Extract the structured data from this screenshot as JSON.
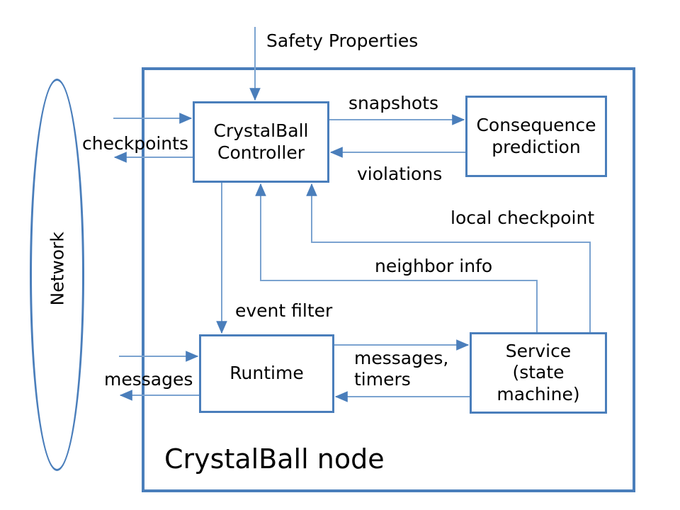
{
  "diagram": {
    "title": "CrystalBall node",
    "network": {
      "label": "Network"
    },
    "boxes": [
      {
        "id": "crystalball-controller",
        "label_line1": "CrystalBall",
        "label_line2": "Controller"
      },
      {
        "id": "consequence-prediction",
        "label_line1": "Consequence",
        "label_line2": "prediction"
      },
      {
        "id": "runtime",
        "label_line1": "Runtime",
        "label_line2": ""
      },
      {
        "id": "service-state-machine",
        "label_line1": "Service",
        "label_line2": "(state",
        "label_line3": "machine)"
      }
    ],
    "edge_labels": {
      "safety_properties": "Safety Properties",
      "checkpoints": "checkpoints",
      "snapshots": "snapshots",
      "violations": "violations",
      "local_checkpoint": "local checkpoint",
      "neighbor_info": "neighbor info",
      "event_filter": "event filter",
      "messages": "messages",
      "messages_timers_line1": "messages,",
      "messages_timers_line2": "timers"
    },
    "colors": {
      "accent": "#4a7ebb",
      "thin_line": "#7ba3d0",
      "text": "#000000",
      "background": "#ffffff"
    }
  }
}
